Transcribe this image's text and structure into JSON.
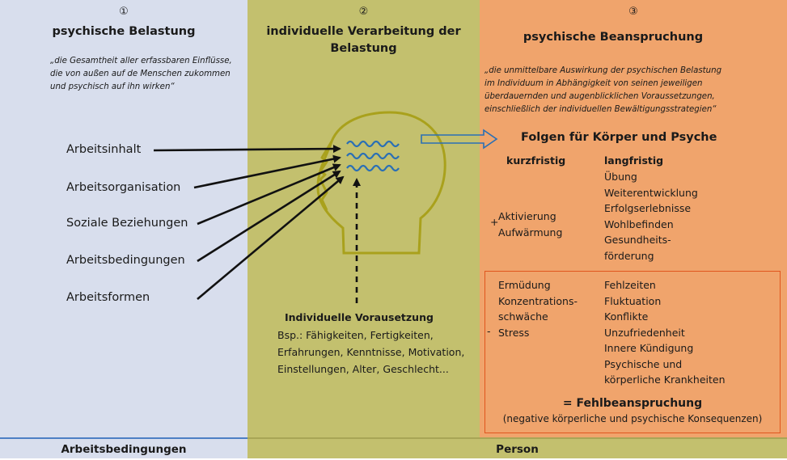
{
  "col1": {
    "number": "①",
    "title": "psychische Belastung",
    "quote": [
      "„die Gesamtheit aller erfassbaren Einflüsse,",
      "die von außen auf de Menschen zukommen",
      "und psychisch auf ihn wirken“"
    ],
    "factors": [
      "Arbeitsinhalt",
      "Arbeitsorganisation",
      "Soziale Beziehungen",
      "Arbeitsbedingungen",
      "Arbeitsformen"
    ]
  },
  "col2": {
    "number": "②",
    "title_line1": "individuelle Verarbeitung  der",
    "title_line2": "Belastung",
    "prereq_title": "Individuelle Vorausetzung",
    "prereq_lines": [
      "Bsp.: Fähigkeiten, Fertigkeiten,",
      "Erfahrungen, Kenntnisse, Motivation,",
      "Einstellungen, Alter, Geschlecht..."
    ]
  },
  "col3": {
    "number": "③",
    "title": "psychische Beanspruchung",
    "quote": [
      "„die unmittelbare Auswirkung der psychischen Belastung",
      "im Individuum in Abhängigkeit von seinen jeweiligen",
      "überdauernden und augenblicklichen Voraussetzungen,",
      "einschließlich der individuellen Bewältigungsstrategien“"
    ],
    "consequences_title": "Folgen für Körper und Psyche",
    "short_label": "kurzfristig",
    "long_label": "langfristig",
    "plus_sign": "+",
    "positive_short": [
      "Aktivierung",
      "Aufwärmung"
    ],
    "positive_long": [
      "Übung",
      "Weiterentwicklung",
      "Erfolgserlebnisse",
      "Wohlbefinden",
      "Gesundheits-",
      "förderung"
    ],
    "minus_sign": "-",
    "negative_short": [
      "Ermüdung",
      "Konzentrations-",
      "schwäche",
      "Stress"
    ],
    "negative_long": [
      "Fehlzeiten",
      "Fluktuation",
      "Konflikte",
      "Unzufriedenheit",
      "Innere Kündigung",
      "Psychische und",
      "körperliche Krankheiten"
    ],
    "fehl_title": "= Fehlbeanspruchung",
    "fehl_sub": "(negative körperliche und psychische Konsequenzen)"
  },
  "footer": {
    "left": "Arbeitsbedingungen",
    "right": "Person"
  },
  "colors": {
    "col1_bg": "#d8deed",
    "col2_bg": "#c3c06e",
    "col3_bg": "#f0a46c",
    "head_outline": "#a9a11c",
    "waves": "#2a6fb5",
    "negative_box": "#e0561e"
  }
}
